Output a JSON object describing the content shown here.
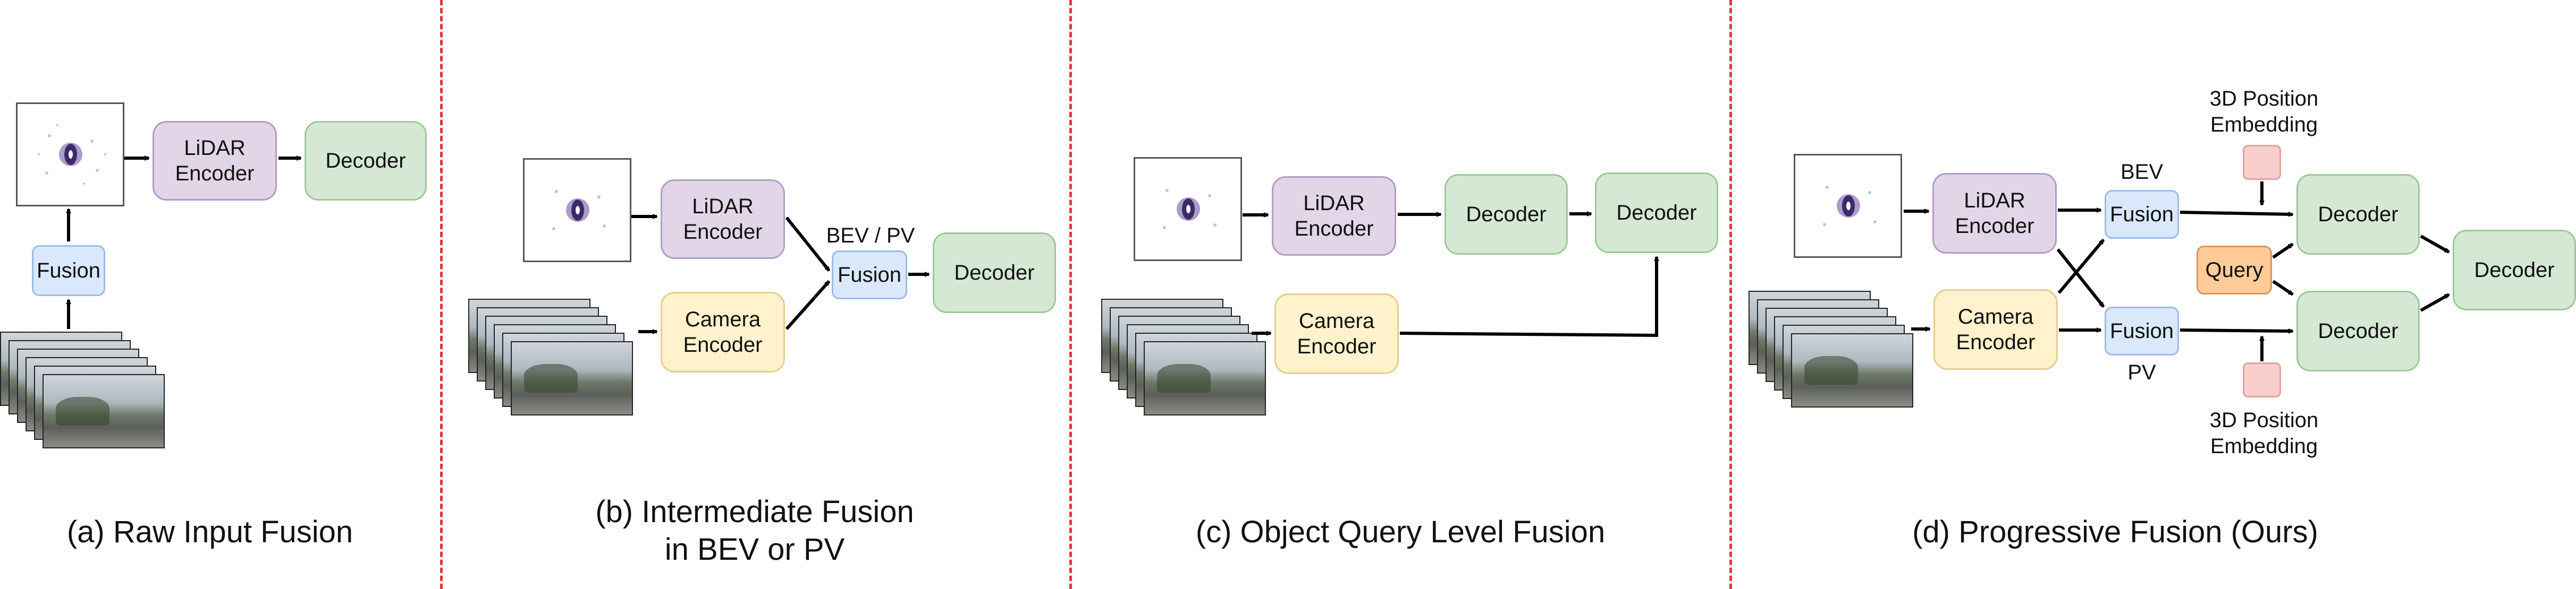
{
  "colors": {
    "lidar_fill": "#e1d5e7",
    "camera_fill": "#fff2cc",
    "decoder_fill": "#d5e8d4",
    "fusion_fill": "#dae8fc",
    "query_fill": "#ffcc99",
    "pos_emb_fill": "#f8cecc",
    "separator": "#e8343a",
    "arrow": "#000000"
  },
  "panel_a": {
    "lidar_encoder": "LiDAR\nEncoder",
    "decoder": "Decoder",
    "fusion": "Fusion",
    "caption": "(a) Raw Input Fusion"
  },
  "panel_b": {
    "lidar_encoder": "LiDAR\nEncoder",
    "camera_encoder": "Camera\nEncoder",
    "fusion_label": "BEV / PV",
    "fusion": "Fusion",
    "decoder": "Decoder",
    "caption": "(b) Intermediate Fusion\nin BEV or PV"
  },
  "panel_c": {
    "lidar_encoder": "LiDAR\nEncoder",
    "camera_encoder": "Camera\nEncoder",
    "decoder_1": "Decoder",
    "decoder_2": "Decoder",
    "caption": "(c) Object Query Level Fusion"
  },
  "panel_d": {
    "lidar_encoder": "LiDAR\nEncoder",
    "camera_encoder": "Camera\nEncoder",
    "bev_label": "BEV",
    "pv_label": "PV",
    "fusion_bev": "Fusion",
    "fusion_pv": "Fusion",
    "query": "Query",
    "pos_emb_top": "3D Position\nEmbedding",
    "pos_emb_bottom": "3D Position\nEmbedding",
    "decoder_top": "Decoder",
    "decoder_bottom": "Decoder",
    "decoder_final": "Decoder",
    "caption": "(d) Progressive Fusion (Ours)"
  }
}
